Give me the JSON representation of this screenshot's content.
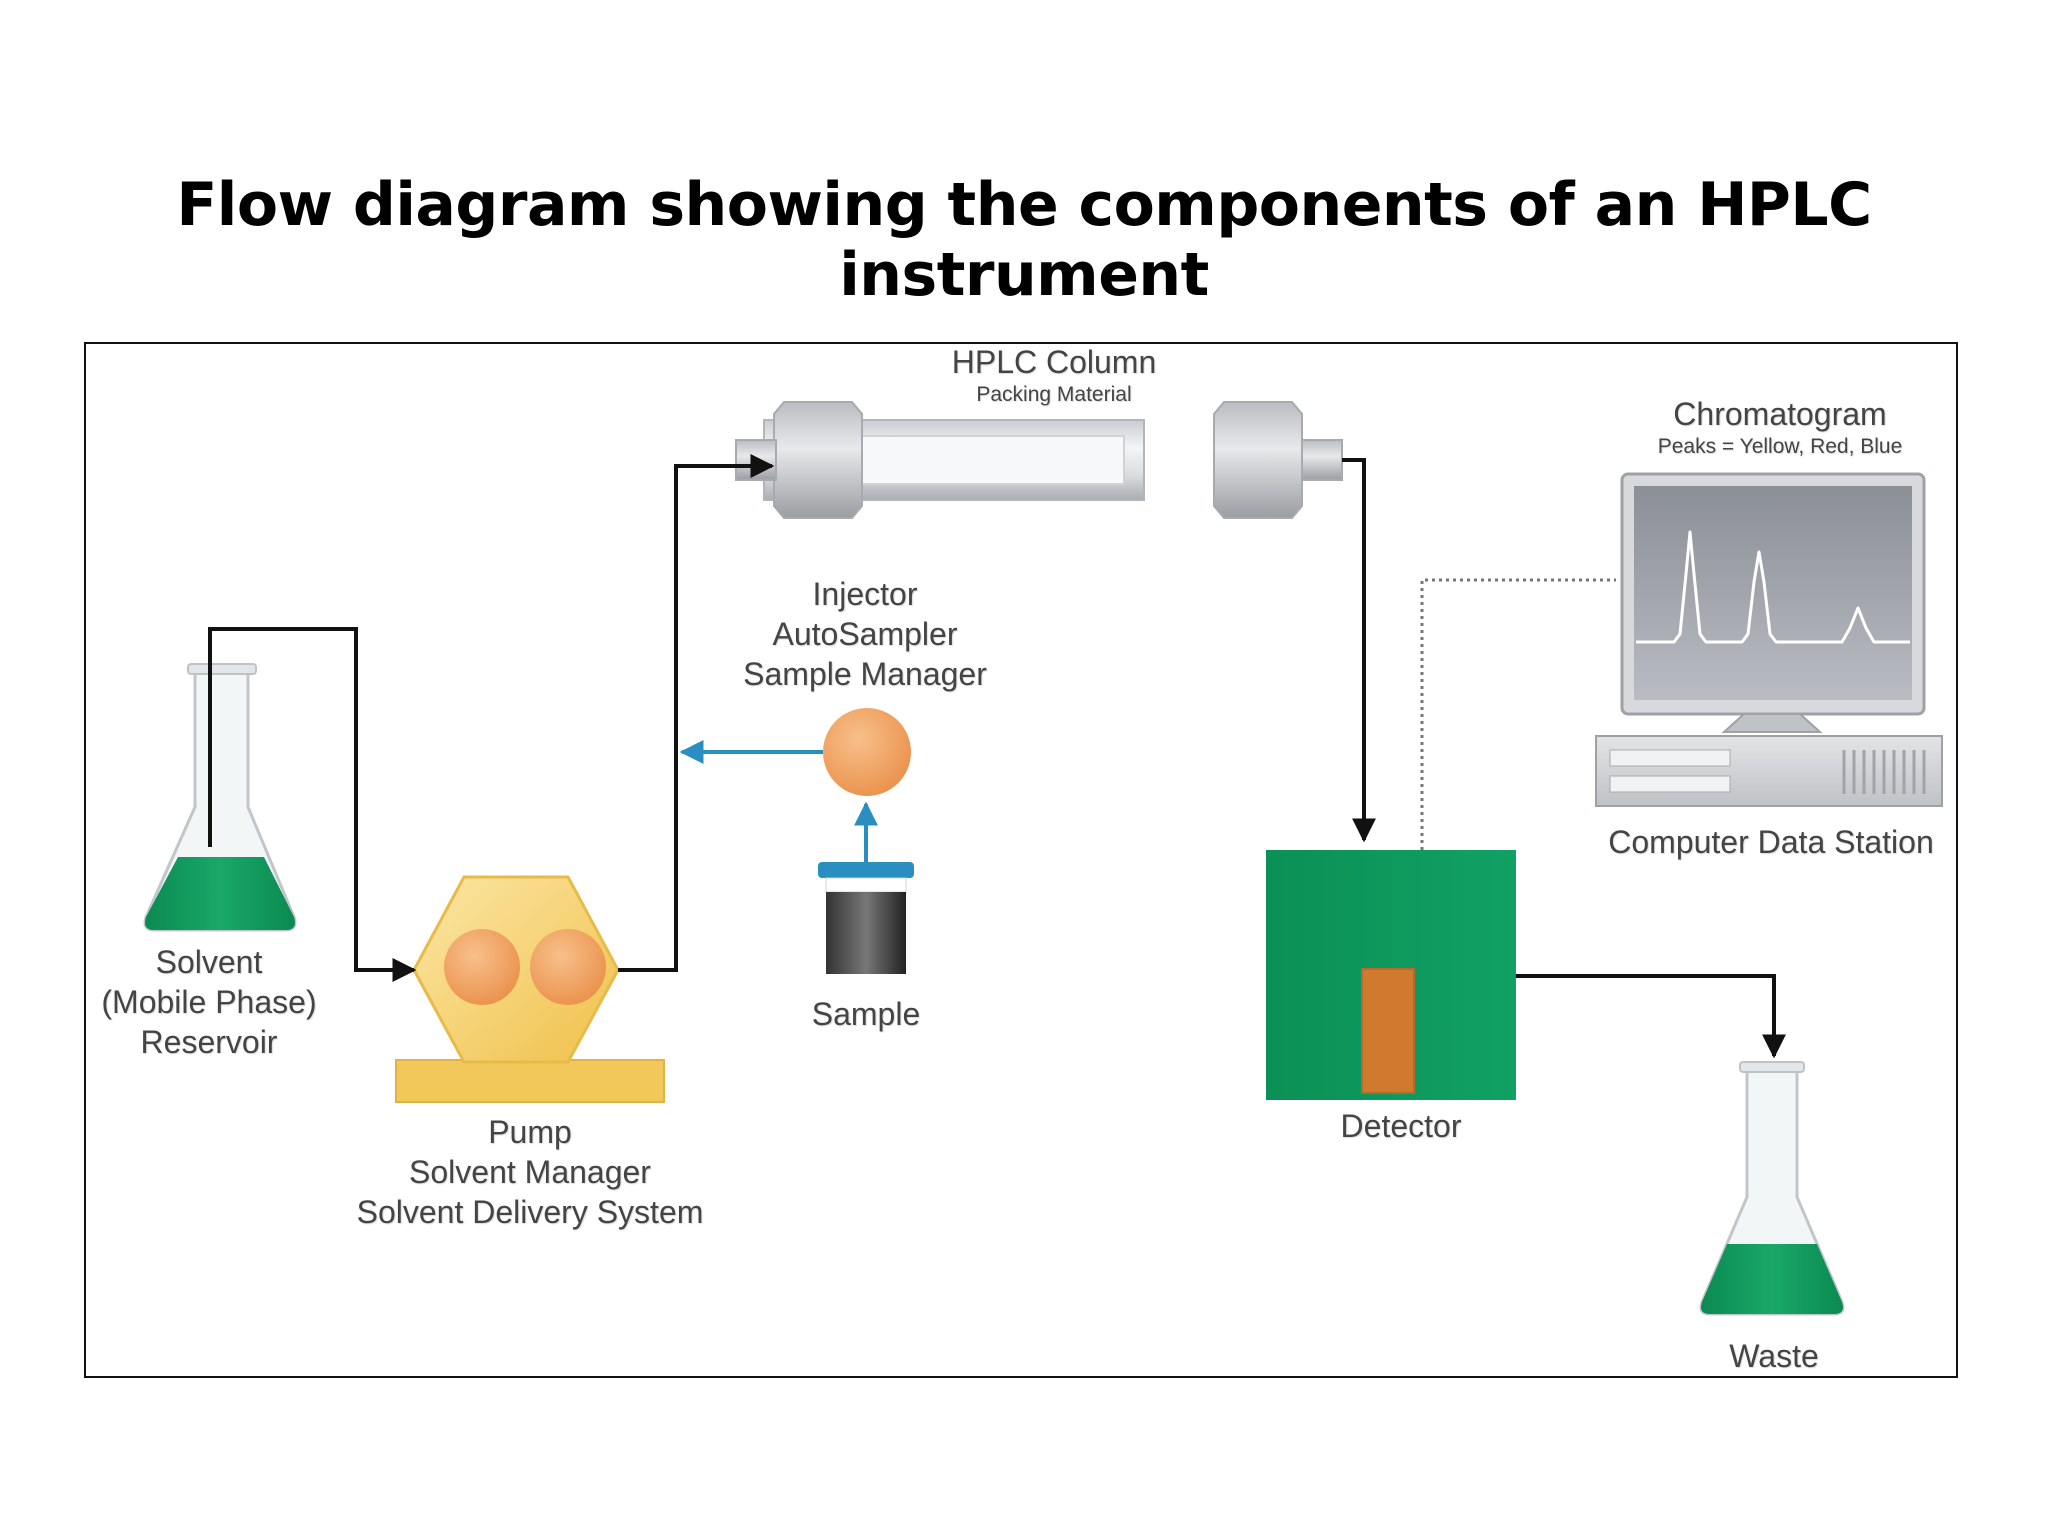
{
  "slide": {
    "title": "Flow diagram showing the components of an HPLC instrument"
  },
  "labels": {
    "column": {
      "title": "HPLC Column",
      "subtitle": "Packing Material"
    },
    "chromatogram": {
      "title": "Chromatogram",
      "subtitle": "Peaks = Yellow, Red, Blue"
    },
    "injector": [
      "Injector",
      "AutoSampler",
      "Sample Manager"
    ],
    "solvent": [
      "Solvent",
      "(Mobile Phase)",
      "Reservoir"
    ],
    "pump": [
      "Pump",
      "Solvent Manager",
      "Solvent Delivery System"
    ],
    "sample": "Sample",
    "detector": "Detector",
    "computer": "Computer Data Station",
    "waste": "Waste"
  },
  "colors": {
    "solvent_green": "#15995f",
    "detector_green": "#0f9a5c",
    "pump_yellow": "#f1c44c",
    "pump_head_orange": "#f0a060",
    "injector_orange": "#f2a05a",
    "flow_line": "#111111",
    "sample_flow_blue": "#2a8fc0",
    "detector_cell_orange": "#d2762a"
  },
  "icons": [
    "solvent-flask-icon",
    "pump-icon",
    "injector-icon",
    "sample-vial-icon",
    "column-icon",
    "detector-icon",
    "computer-icon",
    "waste-flask-icon"
  ]
}
